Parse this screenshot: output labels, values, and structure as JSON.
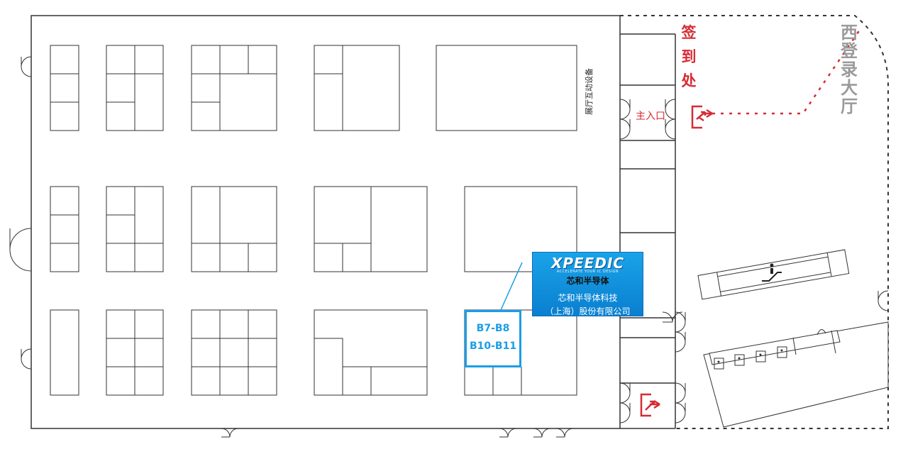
{
  "labels": {
    "checkin": [
      "签",
      "到",
      "处"
    ],
    "lobby": [
      "西",
      "登",
      "录",
      "大",
      "厅"
    ],
    "main_entrance": "主入口",
    "interactive_equipment": "展厅互动设备"
  },
  "booth": {
    "line1": "B7-B8",
    "line2": "B10-B11"
  },
  "exhibitor": {
    "logo": "XPEEDIC",
    "tagline": "ACCELERATE YOUR IC DESIGN",
    "brand": "芯和半导体",
    "name_line1": "芯和半导体科技",
    "name_line2": "（上海）股份有限公司"
  },
  "icons": {
    "exit": "exit-arrows-icon",
    "escalator": "escalator-icon",
    "elevator": "elevator-icon"
  },
  "colors": {
    "accent_red": "#d62b34",
    "booth_blue": "#1a9ee6",
    "lobby_grey": "#9a9a9a",
    "wall": "#333333"
  }
}
